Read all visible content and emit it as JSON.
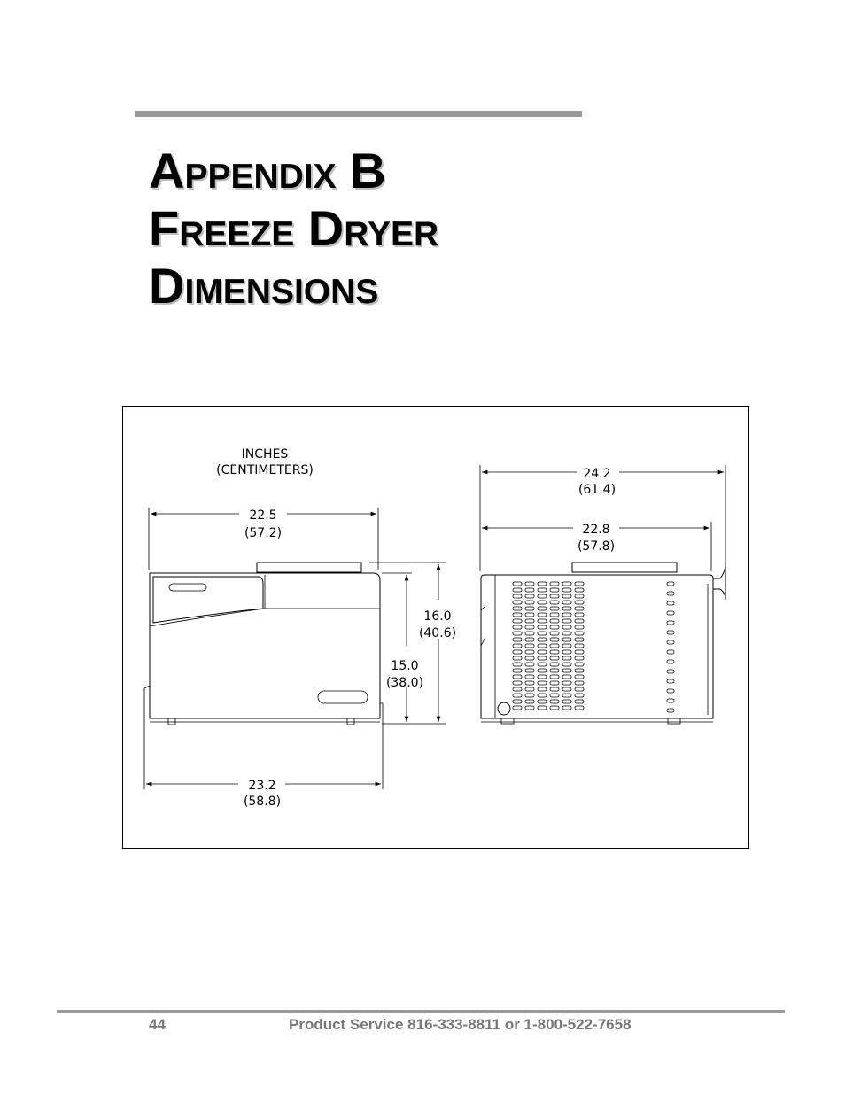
{
  "heading": {
    "line1": "Appendix B",
    "line2": "Freeze Dryer",
    "line3": "Dimensions"
  },
  "figure": {
    "units_line1": "INCHES",
    "units_line2": "(CENTIMETERS)",
    "front_width_in": "22.5",
    "front_width_cm": "(57.2)",
    "front_base_width_in": "23.2",
    "front_base_width_cm": "(58.8)",
    "body_height_in": "15.0",
    "body_height_cm": "(38.0)",
    "total_height_in": "16.0",
    "total_height_cm": "(40.6)",
    "side_total_depth_in": "24.2",
    "side_total_depth_cm": "(61.4)",
    "side_body_depth_in": "22.8",
    "side_body_depth_cm": "(57.8)"
  },
  "footer": {
    "page_number": "44",
    "service": "Product Service 816-333-8811 or 1-800-522-7658"
  }
}
